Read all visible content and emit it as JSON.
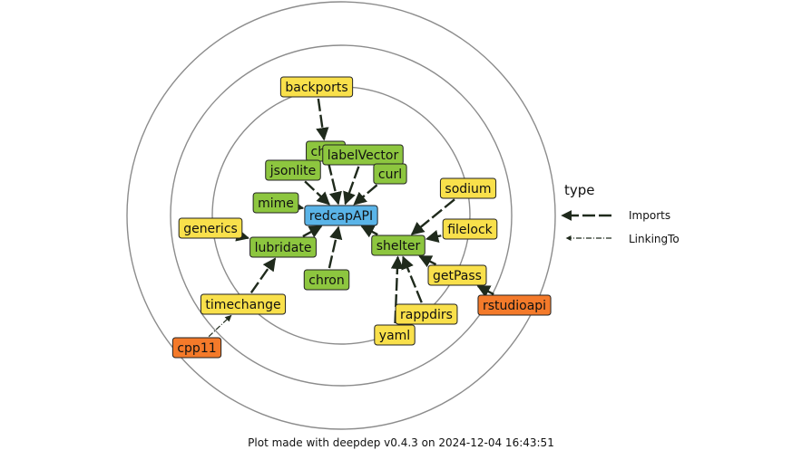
{
  "caption": "Plot made with deepdep v0.4.3 on 2024-12-04 16:43:51",
  "legend": {
    "title": "type",
    "items": [
      {
        "label": "Imports",
        "style": "solid"
      },
      {
        "label": "LinkingTo",
        "style": "dotdash"
      }
    ]
  },
  "colors": {
    "root": "#5ab4e8",
    "level1": "#8dc63f",
    "level2": "#f9e04b",
    "level3": "#f47a2a",
    "ring": "#8c8c8c",
    "edge": "#1f2a1c"
  },
  "nodes": [
    {
      "id": "redcapAPI",
      "level": 0
    },
    {
      "id": "checkmate",
      "label": "chec",
      "level": 1
    },
    {
      "id": "labelVector",
      "level": 1
    },
    {
      "id": "jsonlite",
      "level": 1
    },
    {
      "id": "curl",
      "level": 1
    },
    {
      "id": "mime",
      "level": 1
    },
    {
      "id": "lubridate",
      "level": 1
    },
    {
      "id": "chron",
      "level": 1
    },
    {
      "id": "shelter",
      "level": 1
    },
    {
      "id": "backports",
      "level": 2
    },
    {
      "id": "sodium",
      "level": 2
    },
    {
      "id": "filelock",
      "level": 2
    },
    {
      "id": "generics",
      "level": 2
    },
    {
      "id": "getPass",
      "level": 2
    },
    {
      "id": "timechange",
      "level": 2
    },
    {
      "id": "rappdirs",
      "level": 2
    },
    {
      "id": "yaml",
      "level": 2
    },
    {
      "id": "rstudioapi",
      "level": 3
    },
    {
      "id": "cpp11",
      "level": 3
    }
  ],
  "edges": [
    {
      "from": "backports",
      "to": "checkmate",
      "type": "Imports"
    },
    {
      "from": "checkmate",
      "to": "redcapAPI",
      "type": "Imports"
    },
    {
      "from": "labelVector",
      "to": "redcapAPI",
      "type": "Imports"
    },
    {
      "from": "jsonlite",
      "to": "redcapAPI",
      "type": "Imports"
    },
    {
      "from": "curl",
      "to": "redcapAPI",
      "type": "Imports"
    },
    {
      "from": "mime",
      "to": "redcapAPI",
      "type": "Imports"
    },
    {
      "from": "lubridate",
      "to": "redcapAPI",
      "type": "Imports"
    },
    {
      "from": "chron",
      "to": "redcapAPI",
      "type": "Imports"
    },
    {
      "from": "shelter",
      "to": "redcapAPI",
      "type": "Imports"
    },
    {
      "from": "generics",
      "to": "lubridate",
      "type": "Imports"
    },
    {
      "from": "timechange",
      "to": "lubridate",
      "type": "Imports"
    },
    {
      "from": "cpp11",
      "to": "timechange",
      "type": "LinkingTo"
    },
    {
      "from": "sodium",
      "to": "shelter",
      "type": "Imports"
    },
    {
      "from": "filelock",
      "to": "shelter",
      "type": "Imports"
    },
    {
      "from": "getPass",
      "to": "shelter",
      "type": "Imports"
    },
    {
      "from": "rappdirs",
      "to": "shelter",
      "type": "Imports"
    },
    {
      "from": "yaml",
      "to": "shelter",
      "type": "Imports"
    },
    {
      "from": "rstudioapi",
      "to": "getPass",
      "type": "Imports"
    }
  ]
}
